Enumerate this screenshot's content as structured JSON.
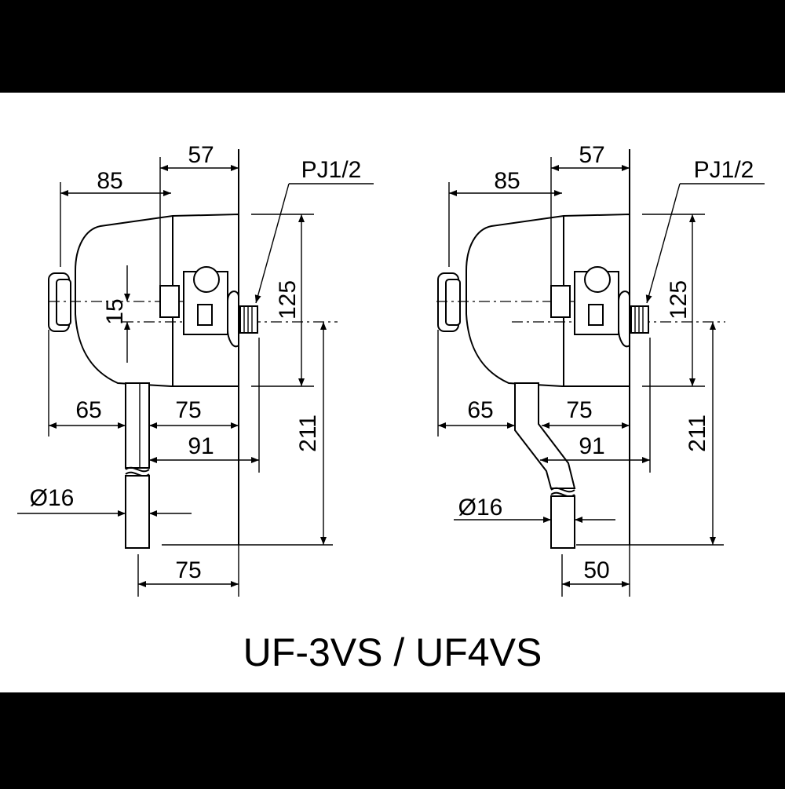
{
  "colors": {
    "background_band": "#000000",
    "paper": "#ffffff",
    "ink": "#000000"
  },
  "title": "UF-3VS / UF4VS",
  "left_view": {
    "dim_85": "85",
    "dim_57": "57",
    "thread_label": "PJ1/2",
    "dim_15": "15",
    "dim_125": "125",
    "dim_65": "65",
    "dim_75_mid": "75",
    "dim_91": "91",
    "dim_211": "211",
    "dim_dia": "Ø16",
    "dim_bottom": "75"
  },
  "right_view": {
    "dim_85": "85",
    "dim_57": "57",
    "thread_label": "PJ1/2",
    "dim_125": "125",
    "dim_65": "65",
    "dim_75_mid": "75",
    "dim_91": "91",
    "dim_211": "211",
    "dim_dia": "Ø16",
    "dim_bottom": "50"
  }
}
